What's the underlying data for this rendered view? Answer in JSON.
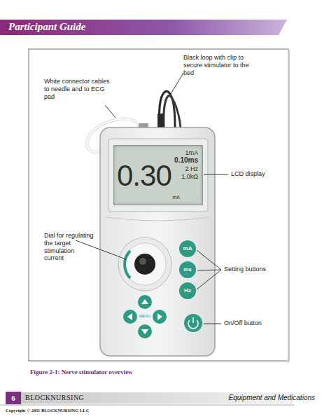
{
  "diagram": {
    "title": "Participant Guide",
    "caption": "Figure 2-1: Nerve stimulator overview",
    "nodes": [
      {
        "text": [
          "1mA",
          "0.10ms",
          "2 Hz",
          "1.0kΩ",
          "0.30",
          "mA"
        ]
      },
      {
        "text": [
          "mA"
        ]
      },
      {
        "text": [
          "ms"
        ]
      },
      {
        "text": [
          "Hz"
        ]
      },
      {
        "text": [
          "6"
        ]
      }
    ],
    "labels": [
      "White connector cables to needle and to ECG pad",
      "Black loop with clip to secure stimulator to the bed",
      "LCD display",
      "Dial for regulating the target stimulation current",
      "Setting buttons",
      "On/Off button",
      "MENU",
      "BLOCKNURSING",
      "Equipment and Medications",
      "Copyright © 2011 BLOCKNURSING LLC"
    ]
  }
}
